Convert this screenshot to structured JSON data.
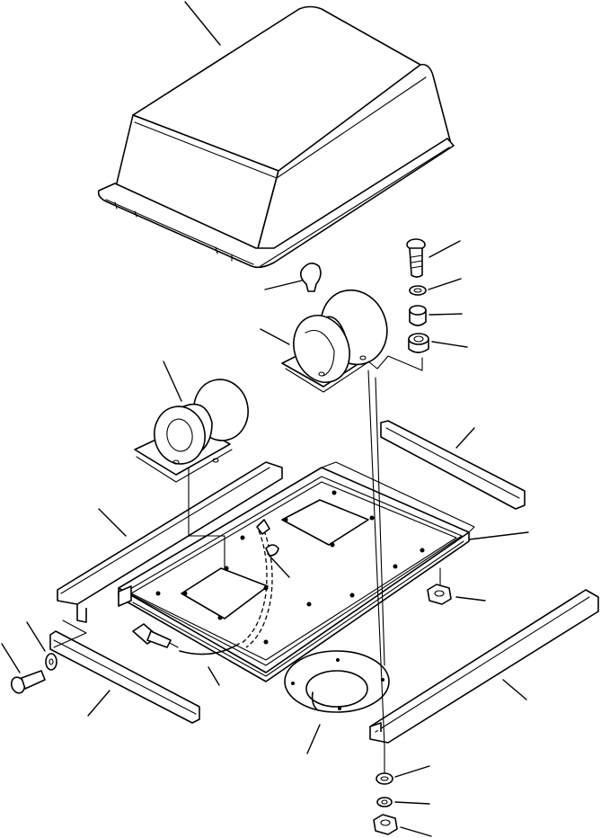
{
  "diagram": {
    "type": "exploded-parts-drawing",
    "parts": [
      {
        "id": "roof-cover",
        "kind": "molded cover"
      },
      {
        "id": "rotary-light-upper",
        "kind": "warning beacon"
      },
      {
        "id": "beacon-lens-knob",
        "kind": "knob"
      },
      {
        "id": "rotary-light-lower",
        "kind": "warning beacon"
      },
      {
        "id": "base-plate",
        "kind": "mounting plate"
      },
      {
        "id": "bracket-left",
        "kind": "angle bracket"
      },
      {
        "id": "bracket-right-upper",
        "kind": "angle bracket"
      },
      {
        "id": "bracket-right-lower",
        "kind": "angle bracket"
      },
      {
        "id": "strip-front",
        "kind": "strip"
      },
      {
        "id": "grommet",
        "kind": "flanged grommet"
      },
      {
        "id": "harness",
        "kind": "wiring harness"
      },
      {
        "id": "connector",
        "kind": "connector"
      },
      {
        "id": "bolt-top",
        "kind": "bolt"
      },
      {
        "id": "washer-top",
        "kind": "washer"
      },
      {
        "id": "spacer",
        "kind": "spacer"
      },
      {
        "id": "collar",
        "kind": "collar"
      },
      {
        "id": "bolt-left",
        "kind": "bolt"
      },
      {
        "id": "washer-left",
        "kind": "washer"
      },
      {
        "id": "nut-right",
        "kind": "nut"
      },
      {
        "id": "washer-bottom",
        "kind": "washer"
      },
      {
        "id": "lock-washer-bottom",
        "kind": "lock washer"
      },
      {
        "id": "nut-bottom",
        "kind": "nut"
      }
    ]
  }
}
